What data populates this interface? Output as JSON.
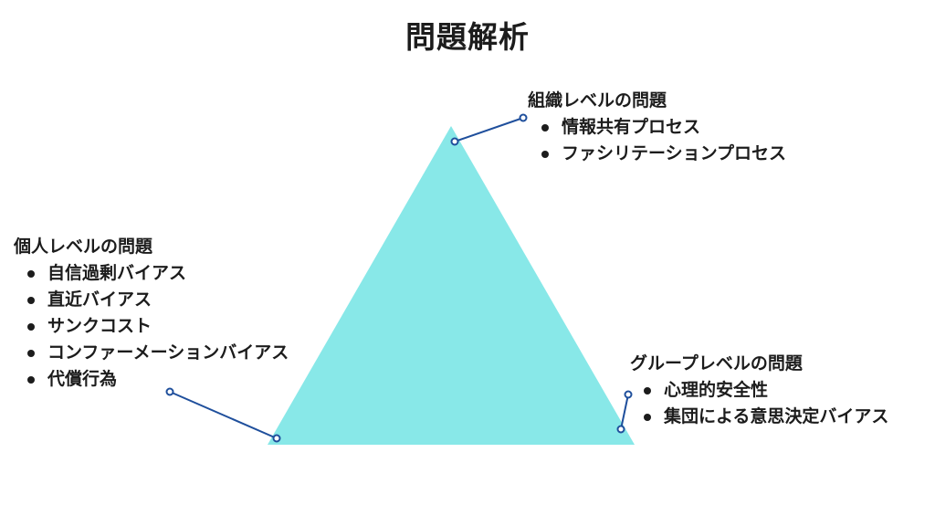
{
  "title": "問題解析",
  "colors": {
    "triangle": "#88e8e8",
    "connector": "#1f4f9c",
    "text": "#1c1c1c"
  },
  "blocks": {
    "organization": {
      "heading": "組織レベルの問題",
      "items": [
        "情報共有プロセス",
        "ファシリテーションプロセス"
      ]
    },
    "individual": {
      "heading": "個人レベルの問題",
      "items": [
        "自信過剰バイアス",
        "直近バイアス",
        "サンクコスト",
        "コンファーメーションバイアス",
        "代償行為"
      ]
    },
    "group": {
      "heading": "グループレベルの問題",
      "items": [
        "心理的安全性",
        "集団による意思決定バイアス"
      ]
    }
  }
}
